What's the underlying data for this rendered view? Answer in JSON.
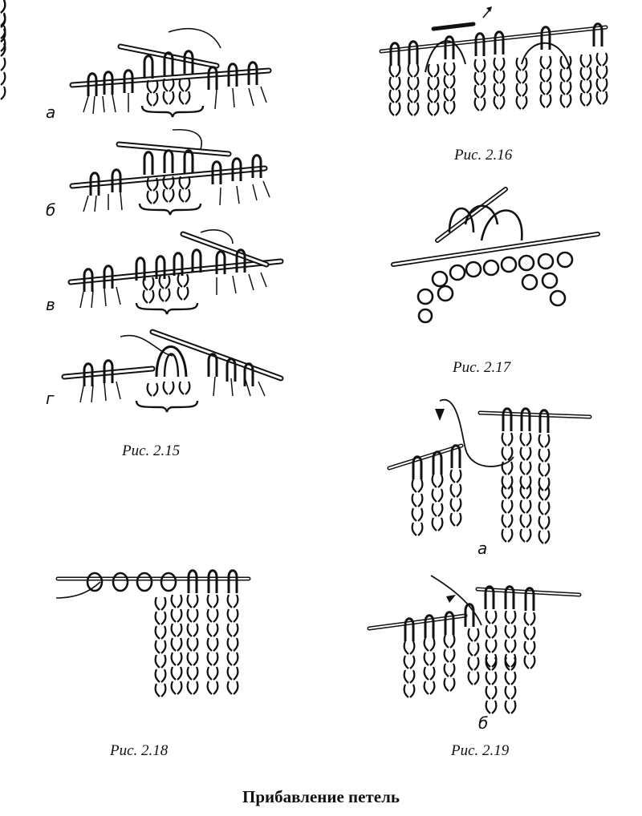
{
  "figures": {
    "fig_2_15": {
      "caption": "Рис. 2.15",
      "letters": [
        "а",
        "б",
        "в",
        "г"
      ]
    },
    "fig_2_16": {
      "caption": "Рис. 2.16"
    },
    "fig_2_17": {
      "caption": "Рис. 2.17"
    },
    "fig_2_18": {
      "caption": "Рис. 2.18"
    },
    "fig_2_19": {
      "caption": "Рис. 2.19",
      "letters": [
        "а",
        "б"
      ]
    }
  },
  "page_title": "Прибавление петель"
}
